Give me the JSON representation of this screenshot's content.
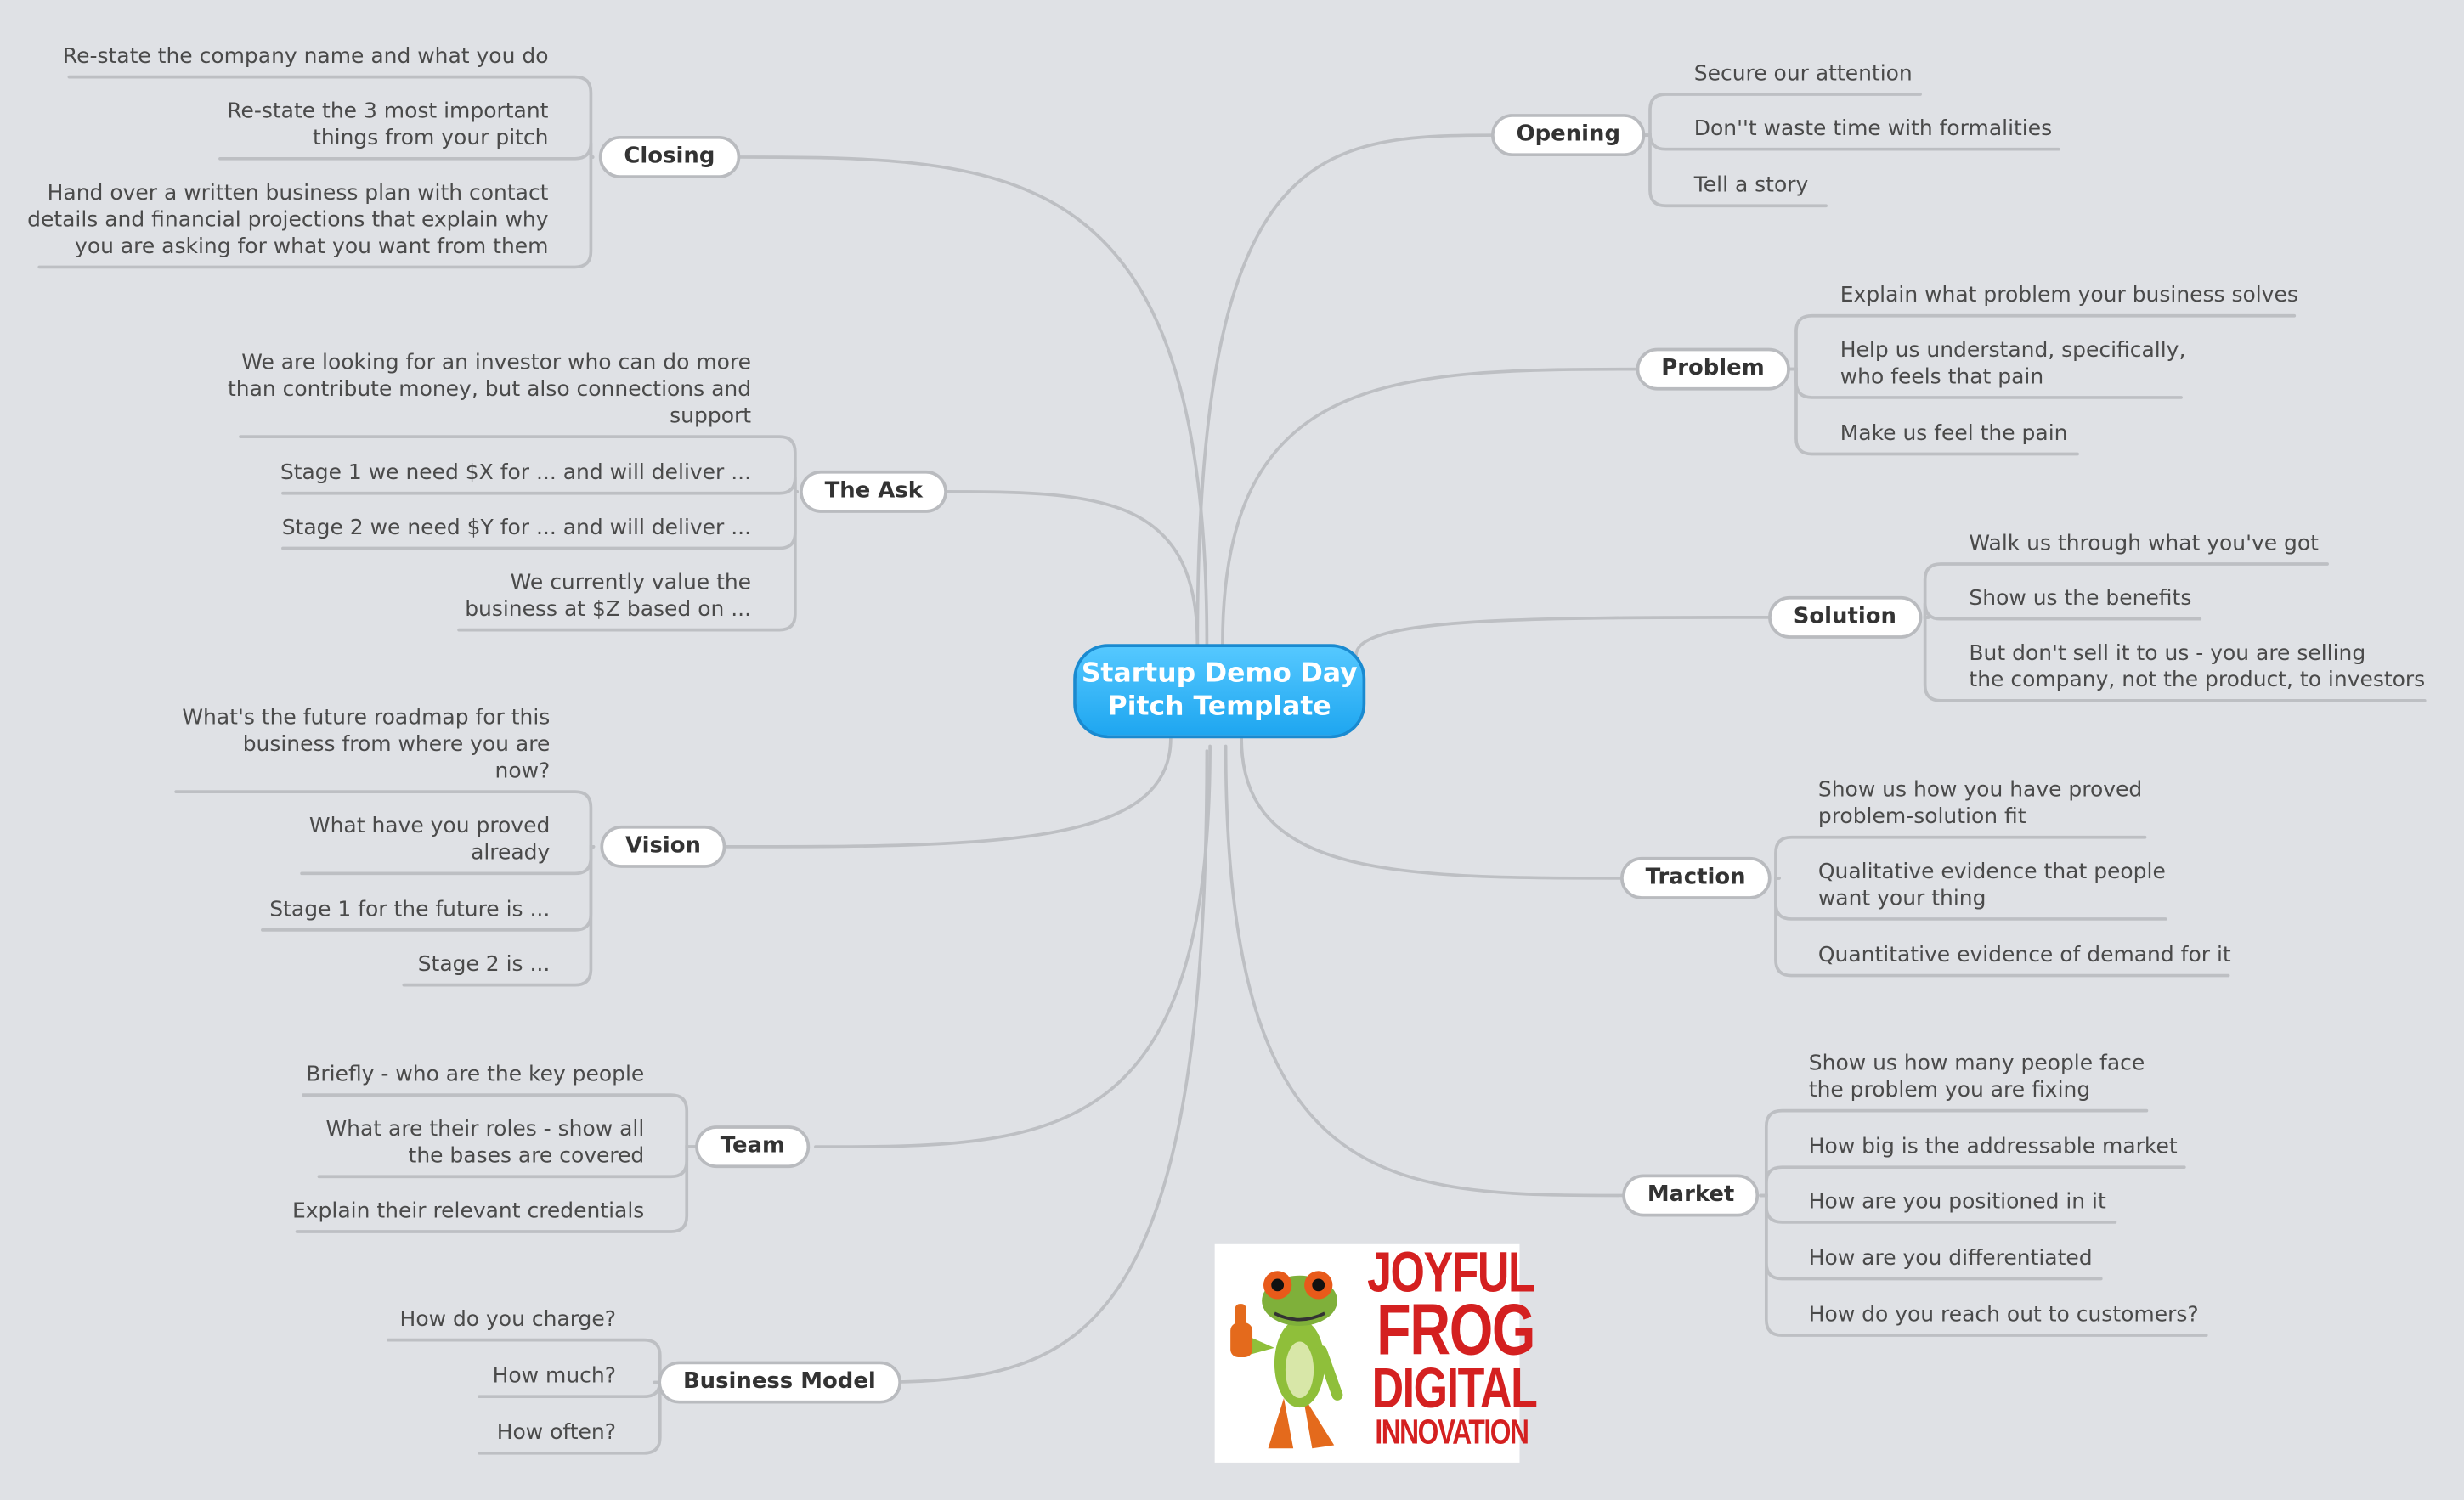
{
  "center": {
    "title": "Startup Demo Day\nPitch Template"
  },
  "topics": [
    {
      "label": "Opening",
      "children": [
        "Secure our attention",
        "Don''t waste time with formalities",
        "Tell a story"
      ]
    },
    {
      "label": "Problem",
      "children": [
        "Explain what problem your business solves",
        "Help us understand, specifically,\nwho feels that pain",
        "Make us feel the pain"
      ]
    },
    {
      "label": "Solution",
      "children": [
        "Walk us through what you've got",
        "Show us the benefits",
        "But don't sell it to us - you are selling\nthe company, not the product, to investors"
      ]
    },
    {
      "label": "Traction",
      "children": [
        "Show us how you have proved\nproblem-solution fit",
        "Qualitative evidence that people\nwant your thing",
        "Quantitative evidence of demand for it"
      ]
    },
    {
      "label": "Market",
      "children": [
        "Show us how many people face\nthe problem you are fixing",
        "How big is the addressable market",
        "How are you positioned in it",
        "How are you differentiated",
        "How do you reach out to customers?"
      ]
    },
    {
      "label": "Closing",
      "children": [
        "Re-state the company name and what you do",
        "Re-state the 3 most important\nthings from your pitch",
        "Hand over a written business plan with contact\ndetails and financial projections that explain why\nyou are asking for what you want from them"
      ]
    },
    {
      "label": "The Ask",
      "children": [
        "We are looking for an investor who can do more\nthan contribute money, but also connections and\nsupport",
        "Stage 1 we need $X for ... and will deliver ...",
        "Stage 2 we need $Y for ... and will deliver ...",
        "We currently value the\nbusiness at $Z based on ..."
      ]
    },
    {
      "label": "Vision",
      "children": [
        "What's the future roadmap for this\nbusiness from where you are\nnow?",
        "What have you proved\nalready",
        "Stage 1 for the future is ...",
        "Stage 2 is ..."
      ]
    },
    {
      "label": "Team",
      "children": [
        "Briefly - who are the key people",
        "What are their roles - show all\nthe bases are covered",
        "Explain their relevant credentials"
      ]
    },
    {
      "label": "Business Model",
      "children": [
        "How do you charge?",
        "How much?",
        "How often?"
      ]
    }
  ],
  "logo": {
    "lines": [
      "JOYFUL",
      "FROG",
      "DIGITAL",
      "INNOVATION"
    ]
  },
  "colors": {
    "line": "#bdbfc3",
    "central": "#2bb0f5",
    "logo_red": "#d42020",
    "background": "#dfe1e5"
  }
}
